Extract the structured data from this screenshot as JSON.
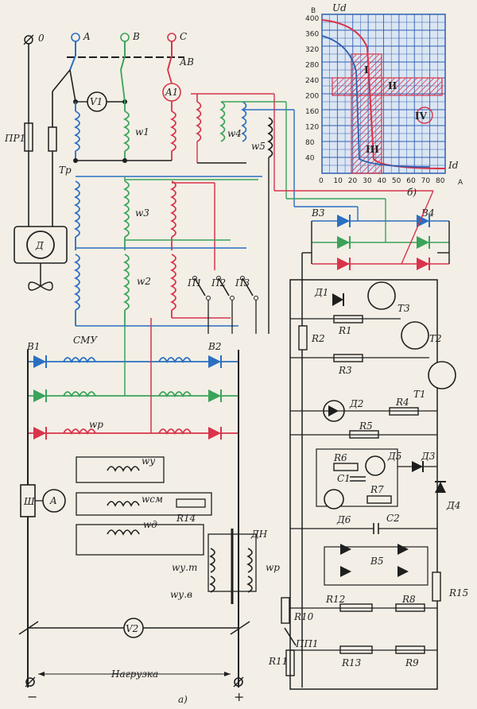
{
  "colors": {
    "blue": "#2a6fc0",
    "green": "#3aa35a",
    "red": "#d8344b",
    "black": "#1f1f1f",
    "grid": "#2f5fb0",
    "hatch": "#d8344b"
  },
  "phases": {
    "zero": "0",
    "a": "A",
    "b": "B",
    "c": "C"
  },
  "labels": {
    "av": "АВ",
    "pr1": "ПР1",
    "tr": "Тр",
    "d": "Д",
    "v1": "V1",
    "a1": "A1",
    "w1": "w1",
    "w2": "w2",
    "w3": "w3",
    "w4": "w4",
    "w5": "w5",
    "p1": "П1",
    "p2": "П2",
    "p3": "П3",
    "b1": "В1",
    "b2": "В2",
    "b3": "В3",
    "b4": "В4",
    "b5": "В5",
    "smu": "СМУ",
    "wp": "wр",
    "wy": "wу",
    "wcm": "wсм",
    "wd": "wд",
    "sh": "Ш",
    "amm": "A",
    "r14": "R14",
    "dn": "ДН",
    "wyt": "wу.т",
    "wyv": "wу.в",
    "wp2": "wр",
    "v2": "V2",
    "r10": "R10",
    "r11": "R11",
    "pp1": "ПП1",
    "d1": "Д1",
    "t1": "Т1",
    "t2": "Т2",
    "t3": "Т3",
    "r1": "R1",
    "r2": "R2",
    "r3": "R3",
    "d2": "Д2",
    "r4": "R4",
    "r5": "R5",
    "r6": "R6",
    "d5": "Д5",
    "d3": "Д3",
    "c1": "С1",
    "r7": "R7",
    "d6": "Д6",
    "d4": "Д4",
    "c2": "С2",
    "r12": "R12",
    "r8": "R8",
    "r13": "R13",
    "r9": "R9",
    "r15": "R15",
    "load": "Нагрузка",
    "minus": "−",
    "plus": "+",
    "part_a": "а)",
    "part_b": "б)"
  },
  "graph": {
    "y_unit": "В",
    "y_var": "Ud",
    "x_var": "Id",
    "x_unit": "А",
    "y_ticks": [
      "40",
      "80",
      "120",
      "160",
      "200",
      "240",
      "280",
      "320",
      "360",
      "400"
    ],
    "x_ticks": [
      "0",
      "10",
      "20",
      "30",
      "40",
      "50",
      "60",
      "70",
      "80"
    ],
    "regions": [
      "I",
      "II",
      "III",
      "IV"
    ]
  }
}
